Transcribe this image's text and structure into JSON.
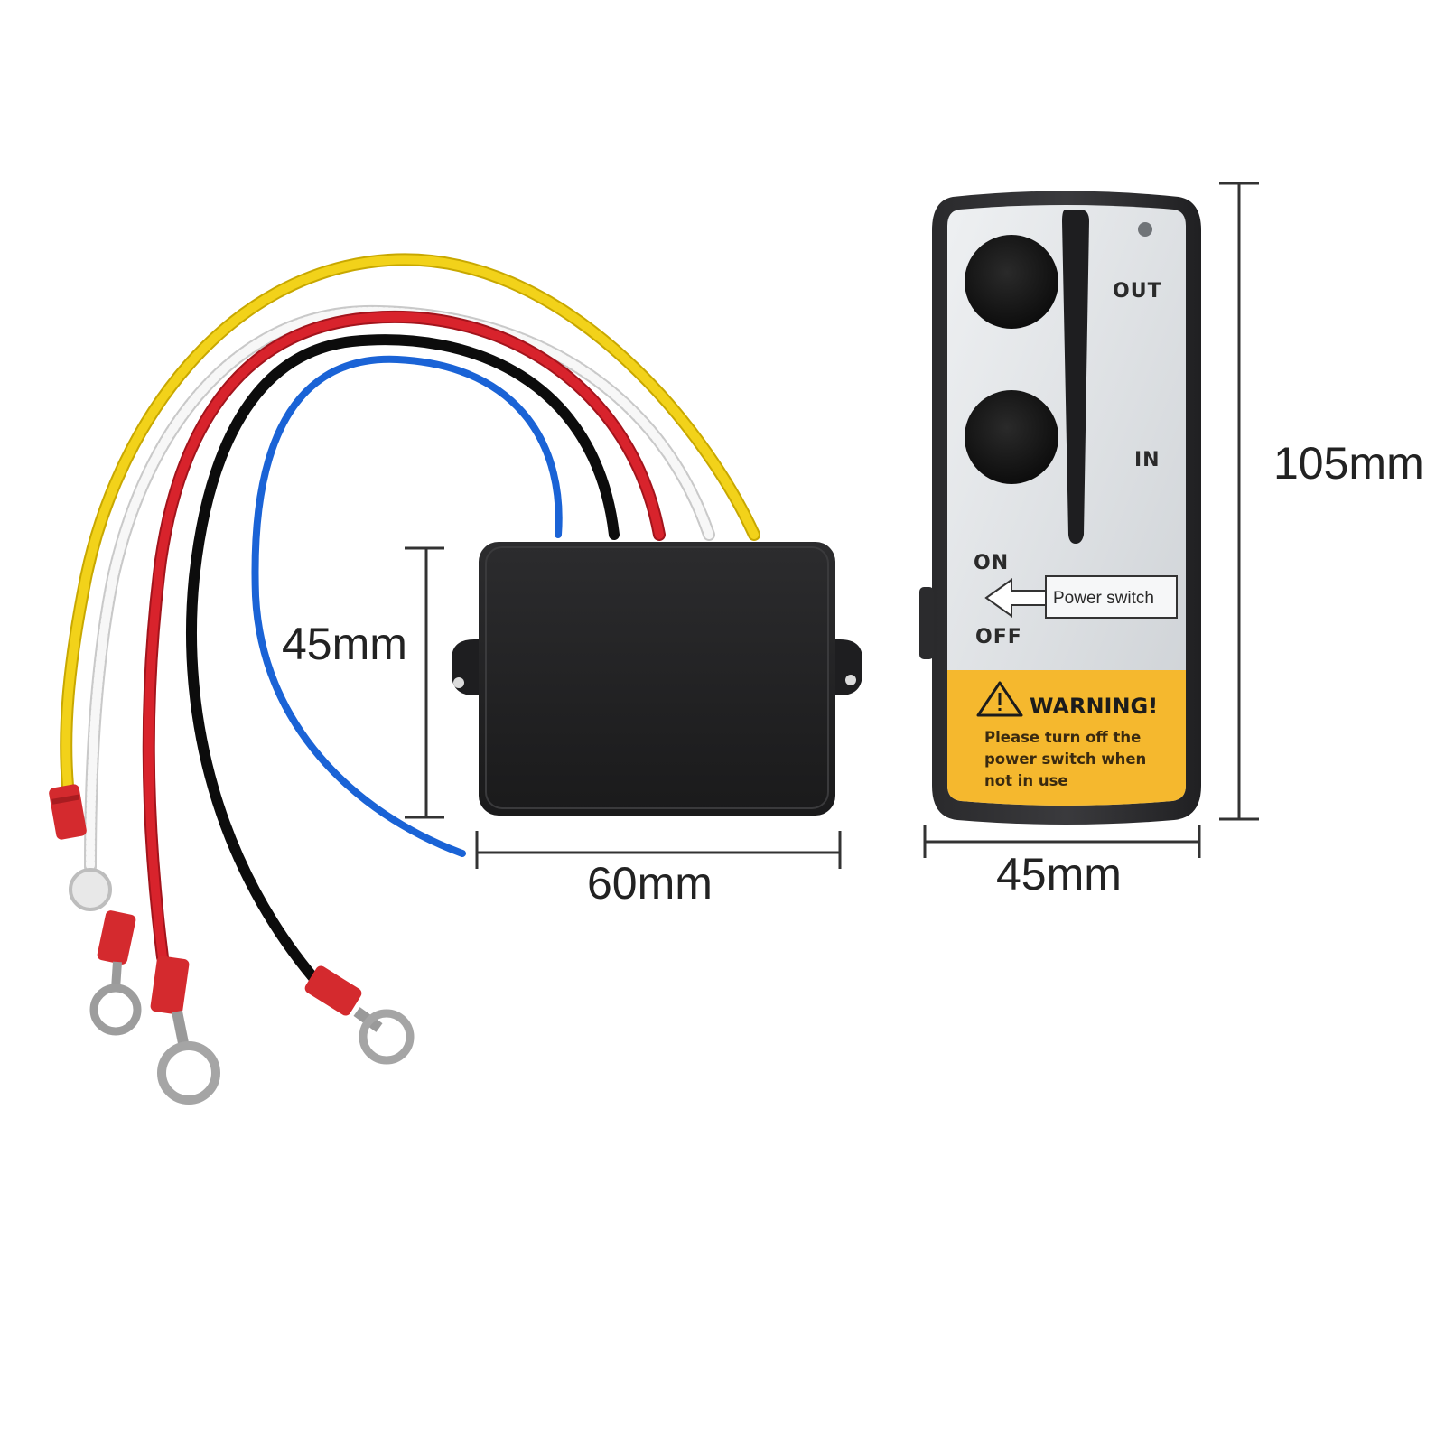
{
  "dimensions": {
    "receiver_height": "45mm",
    "receiver_width": "60mm",
    "remote_width": "45mm",
    "remote_height": "105mm"
  },
  "remote": {
    "button_out": "OUT",
    "button_in": "IN",
    "switch_on": "ON",
    "switch_off": "OFF",
    "power_switch": "Power switch",
    "warning_title": "WARNING!",
    "warning_line1": "Please turn off the",
    "warning_line2": "power switch when",
    "warning_line3": "not  in use"
  },
  "colors": {
    "wire_yellow": "#f2d21a",
    "wire_white": "#f4f4f4",
    "wire_red": "#d4202a",
    "wire_black": "#151515",
    "wire_blue": "#1a63d6",
    "warning_panel": "#f5b82e",
    "receiver_body": "#232325"
  }
}
